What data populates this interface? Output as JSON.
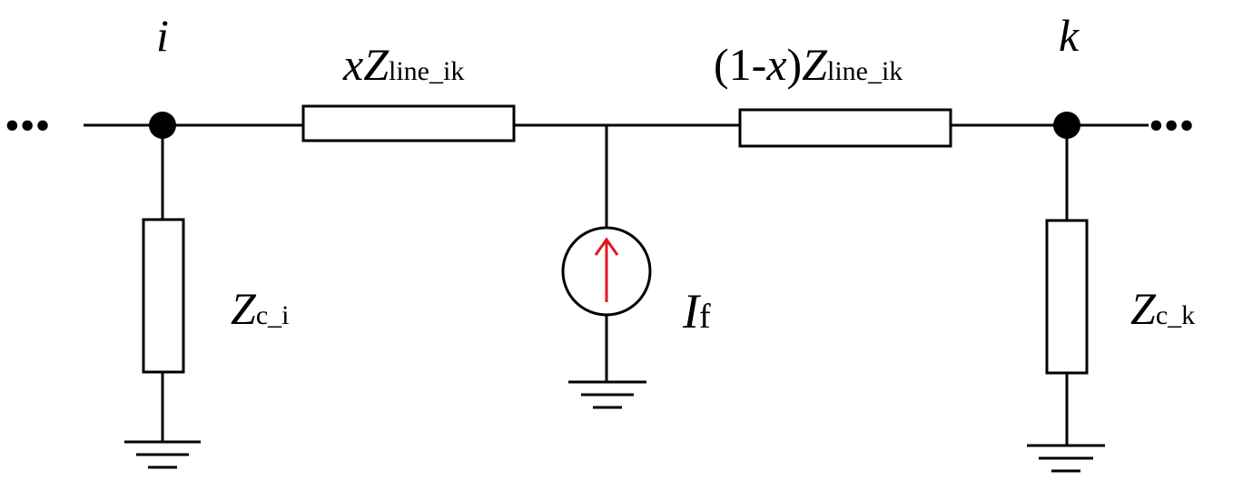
{
  "nodes": {
    "left": {
      "name": "i"
    },
    "right": {
      "name": "k"
    }
  },
  "continuation": "•••",
  "impedances": {
    "line_left": {
      "prefix": "x",
      "symbol": "Z",
      "subscript": "line_ik"
    },
    "line_right": {
      "prefix_open": "(1-",
      "prefix_var": "x",
      "prefix_close": ")",
      "symbol": "Z",
      "subscript": "line_ik"
    },
    "shunt_left": {
      "symbol": "Z",
      "subscript": "c_i"
    },
    "shunt_right": {
      "symbol": "Z",
      "subscript": "c_k"
    }
  },
  "fault_source": {
    "symbol": "I",
    "subscript": "f",
    "arrow_color": "#e0191e"
  }
}
